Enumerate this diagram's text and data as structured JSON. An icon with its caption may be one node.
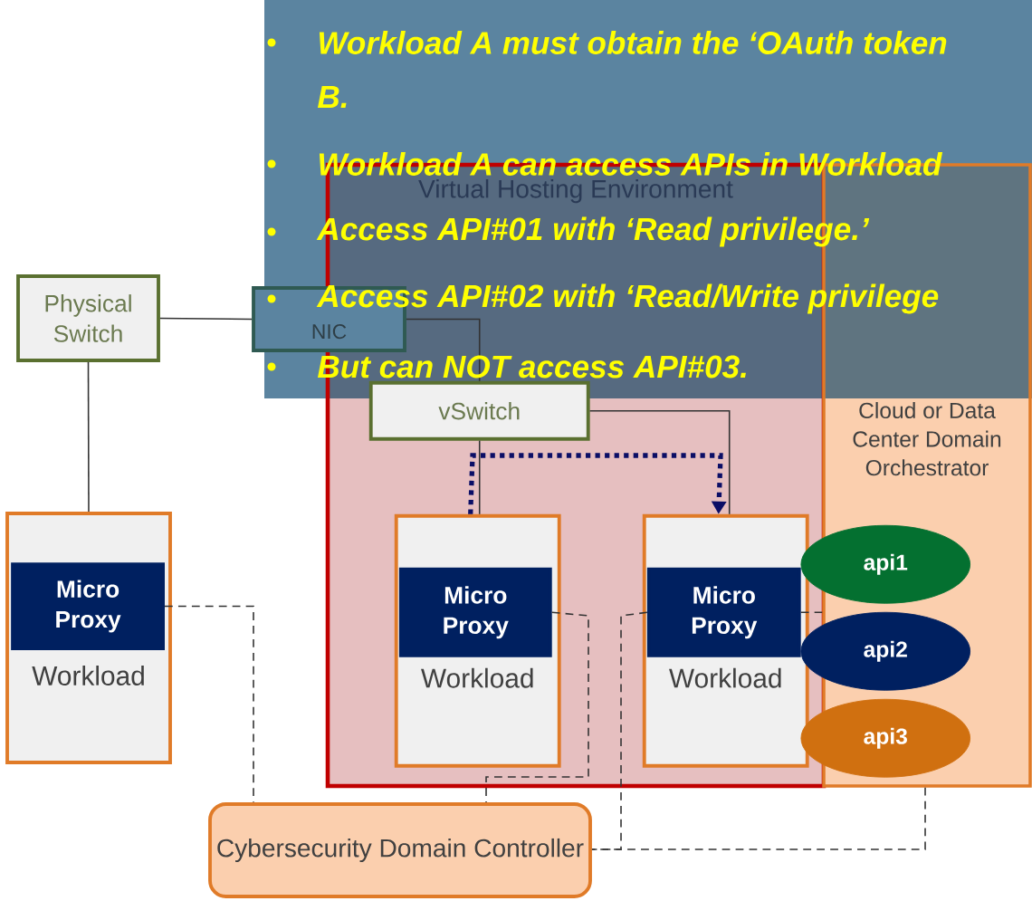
{
  "diagram": {
    "nodes": [
      {
        "text": [
          "Physical Switch"
        ]
      },
      {
        "text": [
          "NIC"
        ]
      },
      {
        "text": [
          "Virtual Hosting Environment"
        ]
      },
      {
        "text": [
          "Cloud or Data Center Domain Orchestrator"
        ]
      },
      {
        "text": [
          "vSwitch"
        ],
        "in": 2
      },
      {
        "text": [
          "Workload"
        ]
      },
      {
        "text": [
          "Micro Proxy"
        ],
        "in": 5
      },
      {
        "text": [
          "Workload"
        ],
        "in": 2
      },
      {
        "text": [
          "Micro Proxy"
        ],
        "in": 7
      },
      {
        "text": [
          "Workload"
        ],
        "in": 2
      },
      {
        "text": [
          "Micro Proxy"
        ],
        "in": 9
      },
      {
        "text": [
          "api1"
        ],
        "in": 3
      },
      {
        "text": [
          "api2"
        ],
        "in": 3
      },
      {
        "text": [
          "api3"
        ],
        "in": 3
      },
      {
        "text": [
          "Cybersecurity Domain Controller"
        ]
      }
    ],
    "edges": [
      {
        "from": 0,
        "to": 1,
        "arrow": "none"
      },
      {
        "from": 0,
        "to": 5,
        "arrow": "none"
      },
      {
        "from": 1,
        "to": 4,
        "arrow": "none"
      },
      {
        "from": 4,
        "to": 7,
        "arrow": "none"
      },
      {
        "from": 4,
        "to": 9,
        "arrow": "none"
      },
      {
        "from": 7,
        "to": 9,
        "arrow": "to",
        "style": "dashed",
        "color": "#002060"
      },
      {
        "from": 6,
        "to": 14,
        "arrow": "none",
        "style": "dashed"
      },
      {
        "from": 8,
        "to": 14,
        "arrow": "none",
        "style": "dashed"
      },
      {
        "from": 10,
        "to": 14,
        "arrow": "none",
        "style": "dashed"
      },
      {
        "from": 3,
        "to": 14,
        "arrow": "none",
        "style": "dashed"
      },
      {
        "from": 10,
        "to": 3,
        "arrow": "none",
        "style": "dashed"
      }
    ],
    "labels": [
      "Workload A must obtain the ‘OAuth token",
      "B.",
      "Workload A can access APIs in Workload",
      "Access API#01 with ‘Read privilege.’",
      "Access API#02 with ‘Read/Write privilege",
      "But can NOT access API#03."
    ]
  }
}
